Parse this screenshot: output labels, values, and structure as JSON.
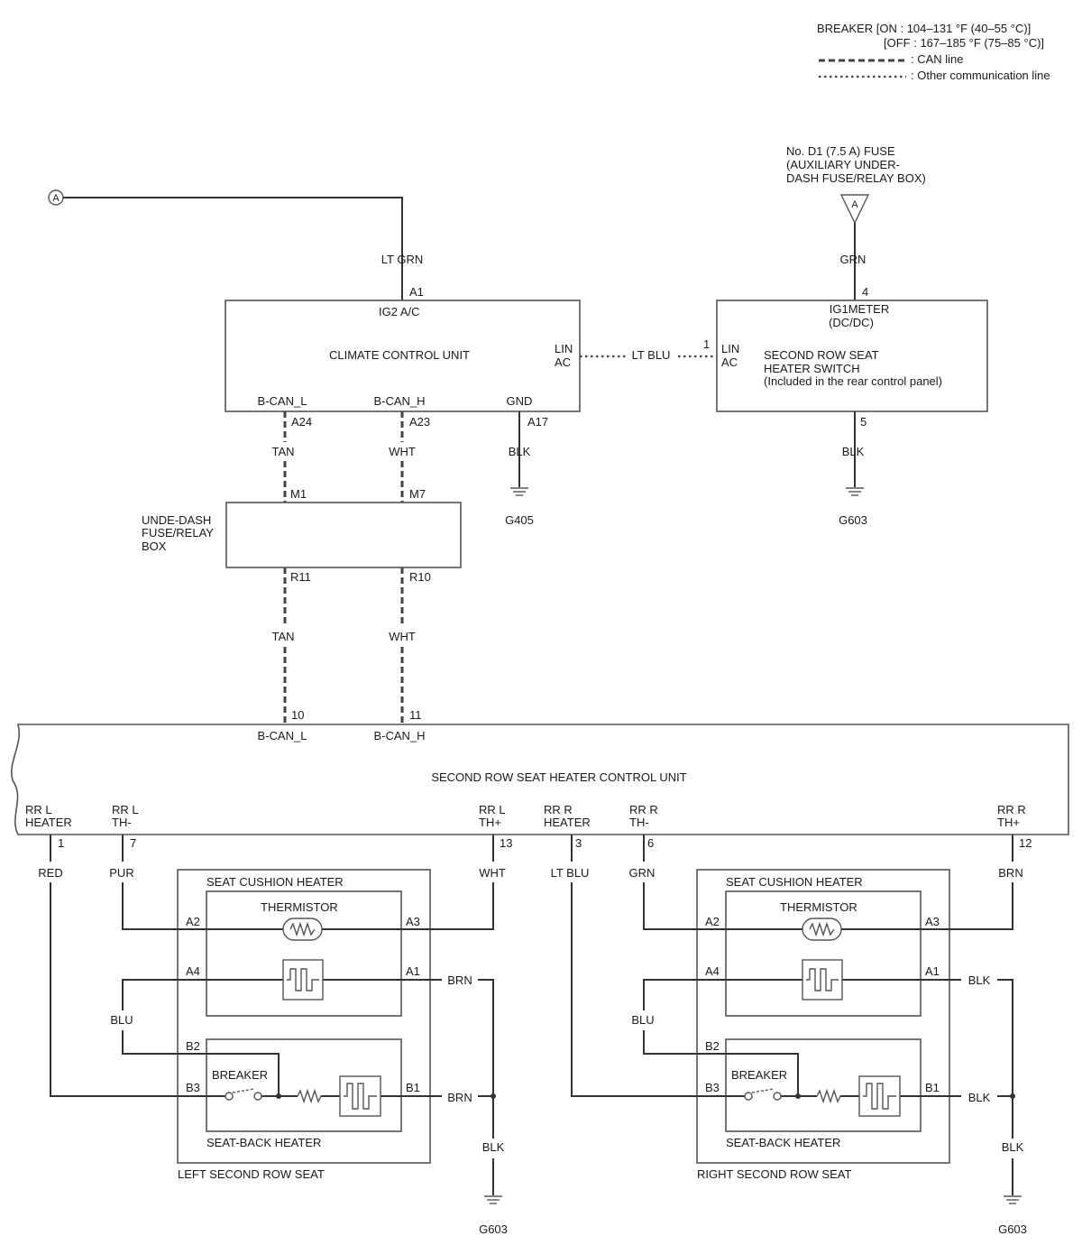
{
  "legend": {
    "breaker_on": "BREAKER  [ON : 104–131 °F (40–55 °C)]",
    "breaker_off": "[OFF : 167–185 °F (75–85 °C)]",
    "can_line": ": CAN line",
    "other_line": ": Other communication line"
  },
  "connector_a": {
    "label": "A",
    "wire": "LT GRN",
    "pin": "A1"
  },
  "fuse": {
    "line1": "No. D1 (7.5 A) FUSE",
    "line2": "(AUXILIARY UNDER-",
    "line3": "DASH FUSE/RELAY BOX)",
    "connector": "A",
    "wire": "GRN",
    "pin": "4"
  },
  "climate_unit": {
    "name": "CLIMATE CONTROL UNIT",
    "ig2_label": "IG2 A/C",
    "lin_label_1": "LIN",
    "lin_label_2": "AC",
    "bcan_l": "B-CAN_L",
    "bcan_h": "B-CAN_H",
    "gnd": "GND",
    "pin_l": "A24",
    "pin_h": "A23",
    "pin_gnd": "A17"
  },
  "lin_wire": "LT BLU",
  "heater_switch": {
    "ig1_1": "IG1METER",
    "ig1_2": "(DC/DC)",
    "lin_pin": "1",
    "lin_label_1": "LIN",
    "lin_label_2": "AC",
    "name_1": "SECOND ROW SEAT",
    "name_2": "HEATER SWITCH",
    "name_3": "(Included in the rear control panel)",
    "gnd_pin": "5",
    "gnd_wire": "BLK",
    "ground": "G603"
  },
  "climate_ground": {
    "wire": "BLK",
    "ground": "G405"
  },
  "upper_wires": {
    "l": "TAN",
    "h": "WHT"
  },
  "fuse_box": {
    "name_1": "UNDE-DASH",
    "name_2": "FUSE/RELAY",
    "name_3": "BOX",
    "pin_m1": "M1",
    "pin_m7": "M7",
    "pin_r11": "R11",
    "pin_r10": "R10"
  },
  "lower_wires": {
    "l": "TAN",
    "h": "WHT"
  },
  "control_unit": {
    "name": "SECOND ROW SEAT HEATER CONTROL UNIT",
    "pin_l": "10",
    "pin_h": "11",
    "bcan_l": "B-CAN_L",
    "bcan_h": "B-CAN_H",
    "terminals": [
      {
        "line1": "RR L",
        "line2": "HEATER",
        "pin": "1",
        "wire": "RED"
      },
      {
        "line1": "RR L",
        "line2": "TH-",
        "pin": "7",
        "wire": "PUR"
      },
      {
        "line1": "RR L",
        "line2": "TH+",
        "pin": "13",
        "wire": "WHT"
      },
      {
        "line1": "RR R",
        "line2": "HEATER",
        "pin": "3",
        "wire": "LT BLU"
      },
      {
        "line1": "RR R",
        "line2": "TH-",
        "pin": "6",
        "wire": "GRN"
      },
      {
        "line1": "RR R",
        "line2": "TH+",
        "pin": "12",
        "wire": "BRN"
      }
    ]
  },
  "seats": [
    {
      "name": "LEFT SECOND ROW SEAT",
      "cushion": "SEAT CUSHION HEATER",
      "thermistor": "THERMISTOR",
      "back": "SEAT-BACK HEATER",
      "breaker": "BREAKER",
      "pin_a2": "A2",
      "pin_a3": "A3",
      "pin_a4": "A4",
      "pin_a1": "A1",
      "pin_b2": "B2",
      "pin_b3": "B3",
      "pin_b1": "B1",
      "jumper_wire": "BLU",
      "a1_wire": "BRN",
      "b1_wire": "BRN",
      "gnd_wire": "BLK",
      "ground": "G603"
    },
    {
      "name": "RIGHT SECOND ROW SEAT",
      "cushion": "SEAT CUSHION HEATER",
      "thermistor": "THERMISTOR",
      "back": "SEAT-BACK HEATER",
      "breaker": "BREAKER",
      "pin_a2": "A2",
      "pin_a3": "A3",
      "pin_a4": "A4",
      "pin_a1": "A1",
      "pin_b2": "B2",
      "pin_b3": "B3",
      "pin_b1": "B1",
      "jumper_wire": "BLU",
      "a1_wire": "BLK",
      "b1_wire": "BLK",
      "gnd_wire": "BLK",
      "ground": "G603"
    }
  ]
}
